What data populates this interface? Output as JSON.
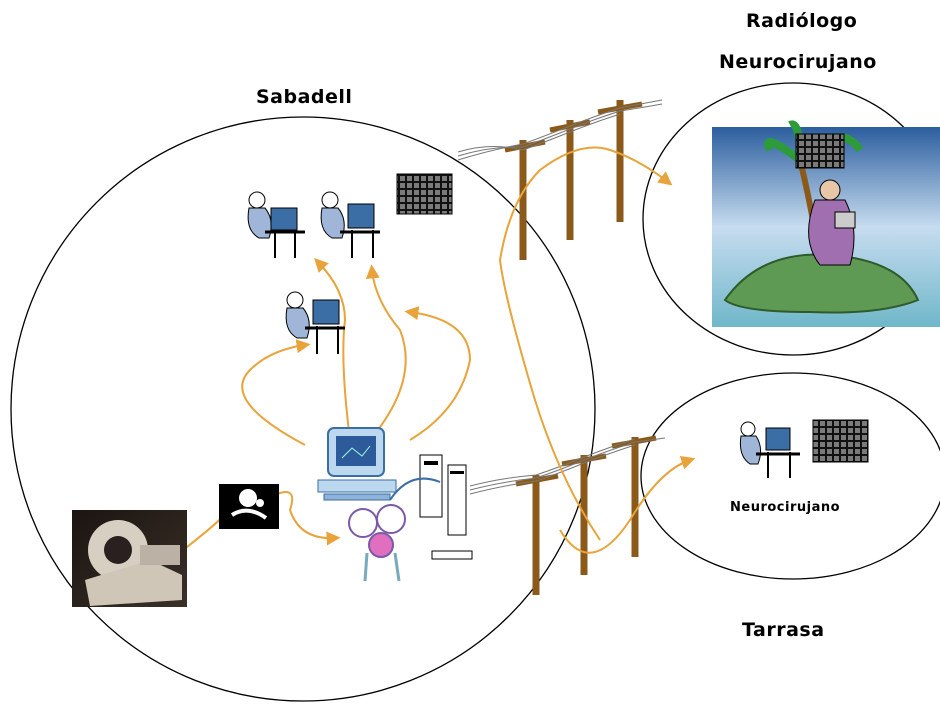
{
  "labels": {
    "site_main": "Sabadell",
    "remote_title_1": "Radiólogo",
    "remote_title_2": "Neurocirujano",
    "site_second_role": "Neurocirujano",
    "site_second": "Tarrasa"
  },
  "colors": {
    "arrow": "#e8a33a",
    "outline": "#000000",
    "pole": "#8b5a1b",
    "monitor": "#3a6ea5",
    "island": "#5f9a55",
    "sky": "#9ec3e0",
    "sea": "#6fb7c9"
  },
  "icons": [
    "ct-scanner-icon",
    "xray-film-icon",
    "workstation-icon",
    "desktop-computer-icon",
    "disk-reels-icon",
    "radiograph-panel-icon",
    "telephone-pole-icon",
    "island-scene-icon",
    "doctor-at-computer-icon"
  ]
}
